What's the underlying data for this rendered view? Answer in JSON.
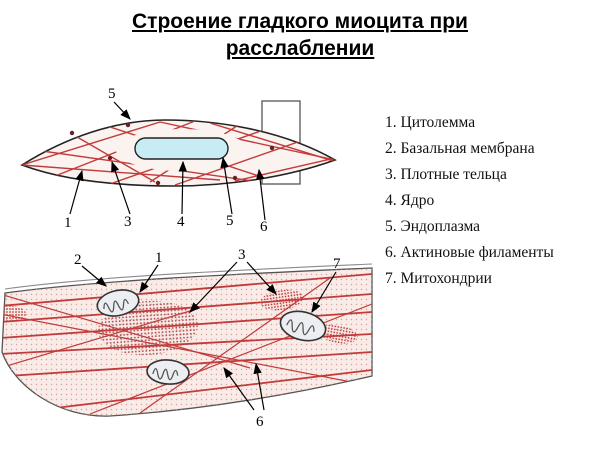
{
  "title": {
    "line1": "Строение гладкого миоцита при",
    "line2": "расслаблении"
  },
  "legend": {
    "items": [
      "1. Цитолемма",
      "2. Базальная мембрана",
      "3. Плотные тельца",
      "4. Ядро",
      "5. Эндоплазма",
      "6. Актиновые филаменты",
      "7. Митохондрии"
    ]
  },
  "top_diagram": {
    "labels": {
      "endoplasm_top": "5",
      "cytolemma": "1",
      "dense_bodies": "3",
      "nucleus": "4",
      "endoplasm": "5",
      "actin": "6"
    }
  },
  "bottom_diagram": {
    "labels": {
      "basal_membrane": "2",
      "cytolemma": "1",
      "dense_bodies": "3",
      "mitochondria": "7",
      "actin": "6"
    }
  },
  "colors": {
    "filament_red": "#c23b3b",
    "nucleus_blue": "#c8ecf4",
    "cell_fill": "#fbf3f0",
    "band_fill": "#f8ebe8",
    "outline": "#333333",
    "text": "#000000"
  }
}
